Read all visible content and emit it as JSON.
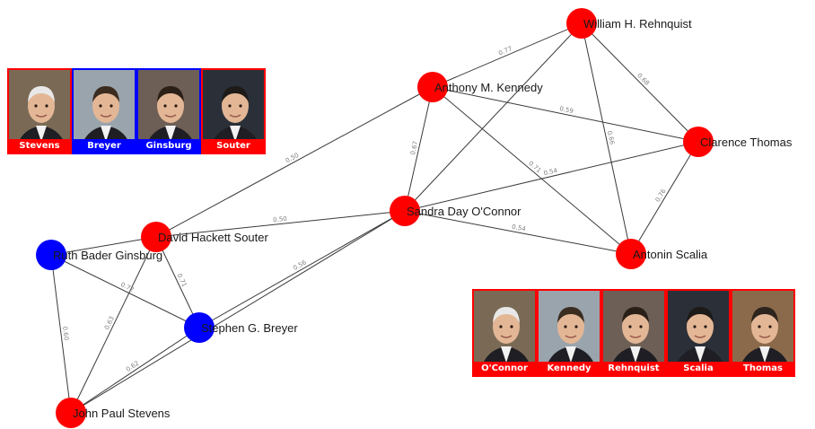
{
  "colors": {
    "conservative": "#ff0000",
    "liberal": "#0000ff",
    "edge": "#3a3a3a",
    "edge_label": "#808080",
    "caption_text": "#ffffff"
  },
  "nodes": [
    {
      "id": "rehnquist",
      "label": "William H. Rehnquist",
      "group": "conservative"
    },
    {
      "id": "kennedy",
      "label": "Anthony M. Kennedy",
      "group": "conservative"
    },
    {
      "id": "thomas",
      "label": "Clarence Thomas",
      "group": "conservative"
    },
    {
      "id": "oconnor",
      "label": "Sandra Day O'Connor",
      "group": "conservative"
    },
    {
      "id": "scalia",
      "label": "Antonin Scalia",
      "group": "conservative"
    },
    {
      "id": "souter",
      "label": "David Hackett Souter",
      "group": "conservative"
    },
    {
      "id": "ginsburg",
      "label": "Ruth Bader Ginsburg",
      "group": "liberal"
    },
    {
      "id": "breyer",
      "label": "Stephen G. Breyer",
      "group": "liberal"
    },
    {
      "id": "stevens",
      "label": "John Paul Stevens",
      "group": "conservative"
    }
  ],
  "edges": [
    {
      "source": "kennedy",
      "target": "rehnquist",
      "label": "0.77"
    },
    {
      "source": "rehnquist",
      "target": "thomas",
      "label": "0.68"
    },
    {
      "source": "rehnquist",
      "target": "scalia",
      "label": "0.66"
    },
    {
      "source": "rehnquist",
      "target": "oconnor",
      "label": ""
    },
    {
      "source": "kennedy",
      "target": "thomas",
      "label": "0.59"
    },
    {
      "source": "kennedy",
      "target": "scalia",
      "label": "0.71"
    },
    {
      "source": "kennedy",
      "target": "oconnor",
      "label": "0.67"
    },
    {
      "source": "thomas",
      "target": "scalia",
      "label": "0.76"
    },
    {
      "source": "thomas",
      "target": "oconnor",
      "label": "0.54"
    },
    {
      "source": "oconnor",
      "target": "scalia",
      "label": "0.54"
    },
    {
      "source": "souter",
      "target": "kennedy",
      "label": "0.50"
    },
    {
      "source": "souter",
      "target": "oconnor",
      "label": "0.50"
    },
    {
      "source": "stevens",
      "target": "oconnor",
      "label": ""
    },
    {
      "source": "breyer",
      "target": "oconnor",
      "label": "0.56"
    },
    {
      "source": "souter",
      "target": "breyer",
      "label": "0.71"
    },
    {
      "source": "ginsburg",
      "target": "souter",
      "label": ""
    },
    {
      "source": "ginsburg",
      "target": "breyer",
      "label": "0.72"
    },
    {
      "source": "ginsburg",
      "target": "stevens",
      "label": "0.60"
    },
    {
      "source": "souter",
      "target": "stevens",
      "label": "0.63"
    },
    {
      "source": "breyer",
      "target": "stevens",
      "label": "0.62"
    }
  ],
  "portraits_left": [
    {
      "name": "Stevens",
      "group": "conservative"
    },
    {
      "name": "Breyer",
      "group": "liberal"
    },
    {
      "name": "Ginsburg",
      "group": "liberal"
    },
    {
      "name": "Souter",
      "group": "conservative"
    }
  ],
  "portraits_right": [
    {
      "name": "O'Connor",
      "group": "conservative"
    },
    {
      "name": "Kennedy",
      "group": "conservative"
    },
    {
      "name": "Rehnquist",
      "group": "conservative"
    },
    {
      "name": "Scalia",
      "group": "conservative"
    },
    {
      "name": "Thomas",
      "group": "conservative"
    }
  ]
}
